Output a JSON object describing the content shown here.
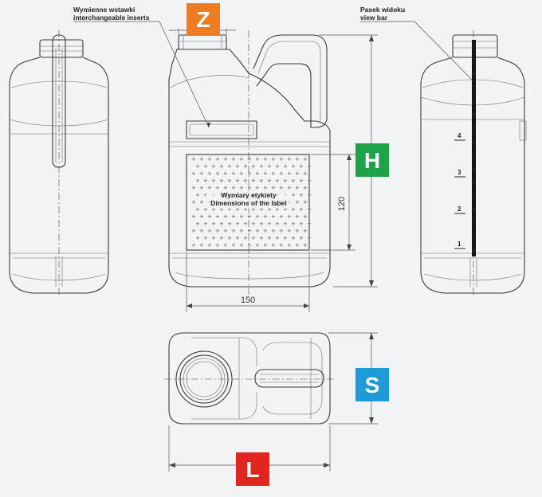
{
  "labels": {
    "inserts_pl": "Wymienne wstawki",
    "inserts_en": "interchangeable inserts",
    "viewbar_pl": "Pasek widoku",
    "viewbar_en": "view bar",
    "label_pl": "Wymiary etykiety",
    "label_en": "Dimensions of the label"
  },
  "dimensions": {
    "label_height": "120",
    "label_width": "150"
  },
  "badges": {
    "z": {
      "text": "Z",
      "color": "#ee7d22"
    },
    "h": {
      "text": "H",
      "color": "#1ea24a"
    },
    "s": {
      "text": "S",
      "color": "#1e9ad7"
    },
    "l": {
      "text": "L",
      "color": "#e0261f"
    }
  },
  "graduations": [
    "4",
    "3",
    "2",
    "1"
  ]
}
